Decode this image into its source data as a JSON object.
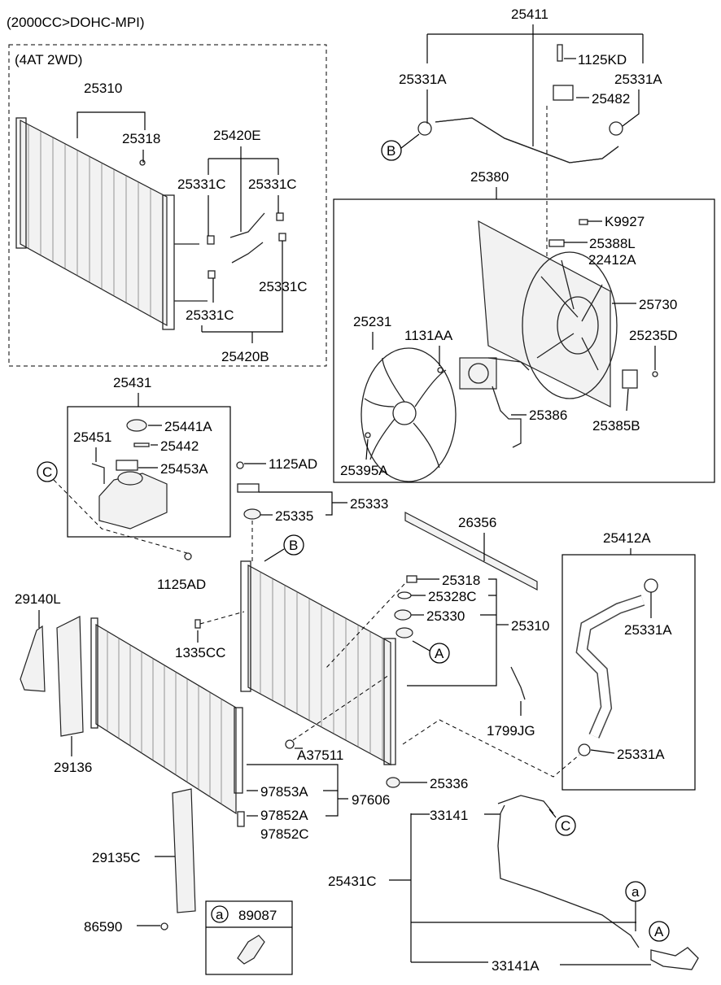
{
  "header": {
    "engine_spec": "(2000CC>DOHC-MPI)",
    "subgroup_spec": "(4AT 2WD)"
  },
  "part_labels": {
    "p25411": "25411",
    "p25331A_a": "25331A",
    "p1125KD": "1125KD",
    "p25331A_b": "25331A",
    "p25482": "25482",
    "p25380": "25380",
    "pK9927": "K9927",
    "p25388L": "25388L",
    "p22412A": "22412A",
    "p25730": "25730",
    "p25231": "25231",
    "p1131AA": "1131AA",
    "p25235D": "25235D",
    "p25386": "25386",
    "p25385B": "25385B",
    "p25395A": "25395A",
    "p25310_top": "25310",
    "p25318_top": "25318",
    "p25420E": "25420E",
    "p25331C_a": "25331C",
    "p25331C_b": "25331C",
    "p25331C_c": "25331C",
    "p25331C_d": "25331C",
    "p25420B": "25420B",
    "p25431": "25431",
    "p25451": "25451",
    "p25441A": "25441A",
    "p25442": "25442",
    "p25453A": "25453A",
    "p1125AD_a": "1125AD",
    "p25333": "25333",
    "p25335": "25335",
    "p1125AD_b": "1125AD",
    "p26356": "26356",
    "p25412A": "25412A",
    "p25318": "25318",
    "p25328C": "25328C",
    "p25330": "25330",
    "p25310": "25310",
    "p25331A_c": "25331A",
    "p25331A_d": "25331A",
    "p29140L": "29140L",
    "p1335CC": "1335CC",
    "p1799JG": "1799JG",
    "p29136": "29136",
    "pA37511": "A37511",
    "p97853A": "97853A",
    "p97606": "97606",
    "p25336": "25336",
    "p97852A": "97852A",
    "p97852C": "97852C",
    "p33141": "33141",
    "p29135C": "29135C",
    "p25431C": "25431C",
    "p86590": "86590",
    "p89087": "89087",
    "p33141A": "33141A"
  },
  "callouts": {
    "B_top": "B",
    "C_left": "C",
    "B_mid": "B",
    "A_mid": "A",
    "C_bottom": "C",
    "a_bottom": "a",
    "A_bottom": "A",
    "a_box": "a"
  }
}
